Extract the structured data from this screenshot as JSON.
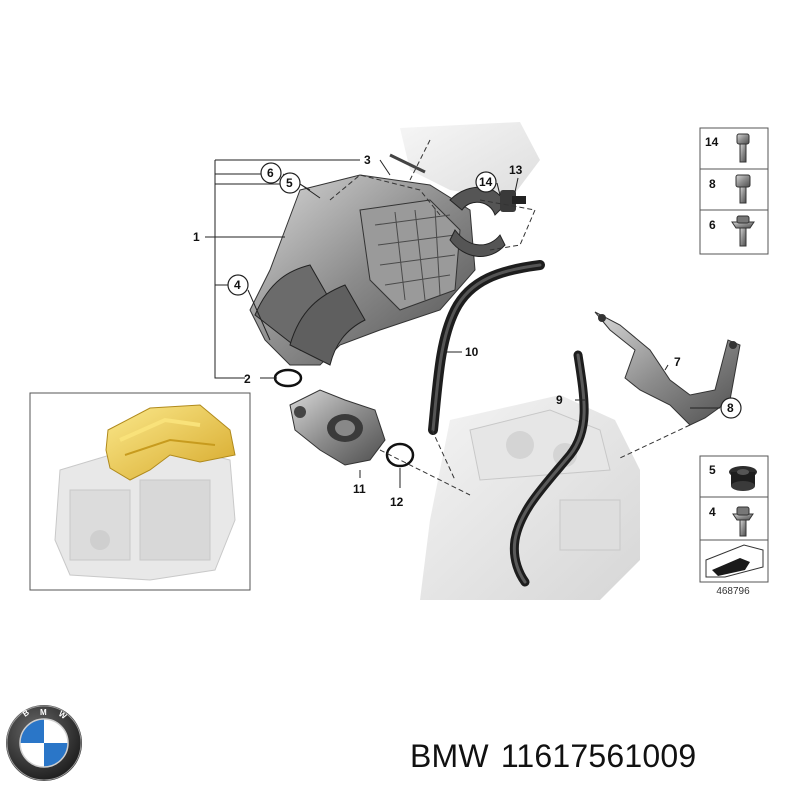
{
  "diagram": {
    "callouts": {
      "c1": "1",
      "c2": "2",
      "c3": "3",
      "c4": "4",
      "c5": "5",
      "c6": "6",
      "c7": "7",
      "c8": "8",
      "c9": "9",
      "c10": "10",
      "c11": "11",
      "c12": "12",
      "c13": "13",
      "c14": "14"
    },
    "fastener_panel_top": {
      "rows": [
        "14",
        "8",
        "6"
      ]
    },
    "fastener_panel_bottom": {
      "rows": [
        "5",
        "4"
      ]
    },
    "image_code": "468796"
  },
  "footer": {
    "brand": "BMW",
    "part_number": "11617561009"
  },
  "colors": {
    "highlight": "#f2d24a",
    "line": "#222222",
    "part_gray": "#8a8a8a"
  }
}
